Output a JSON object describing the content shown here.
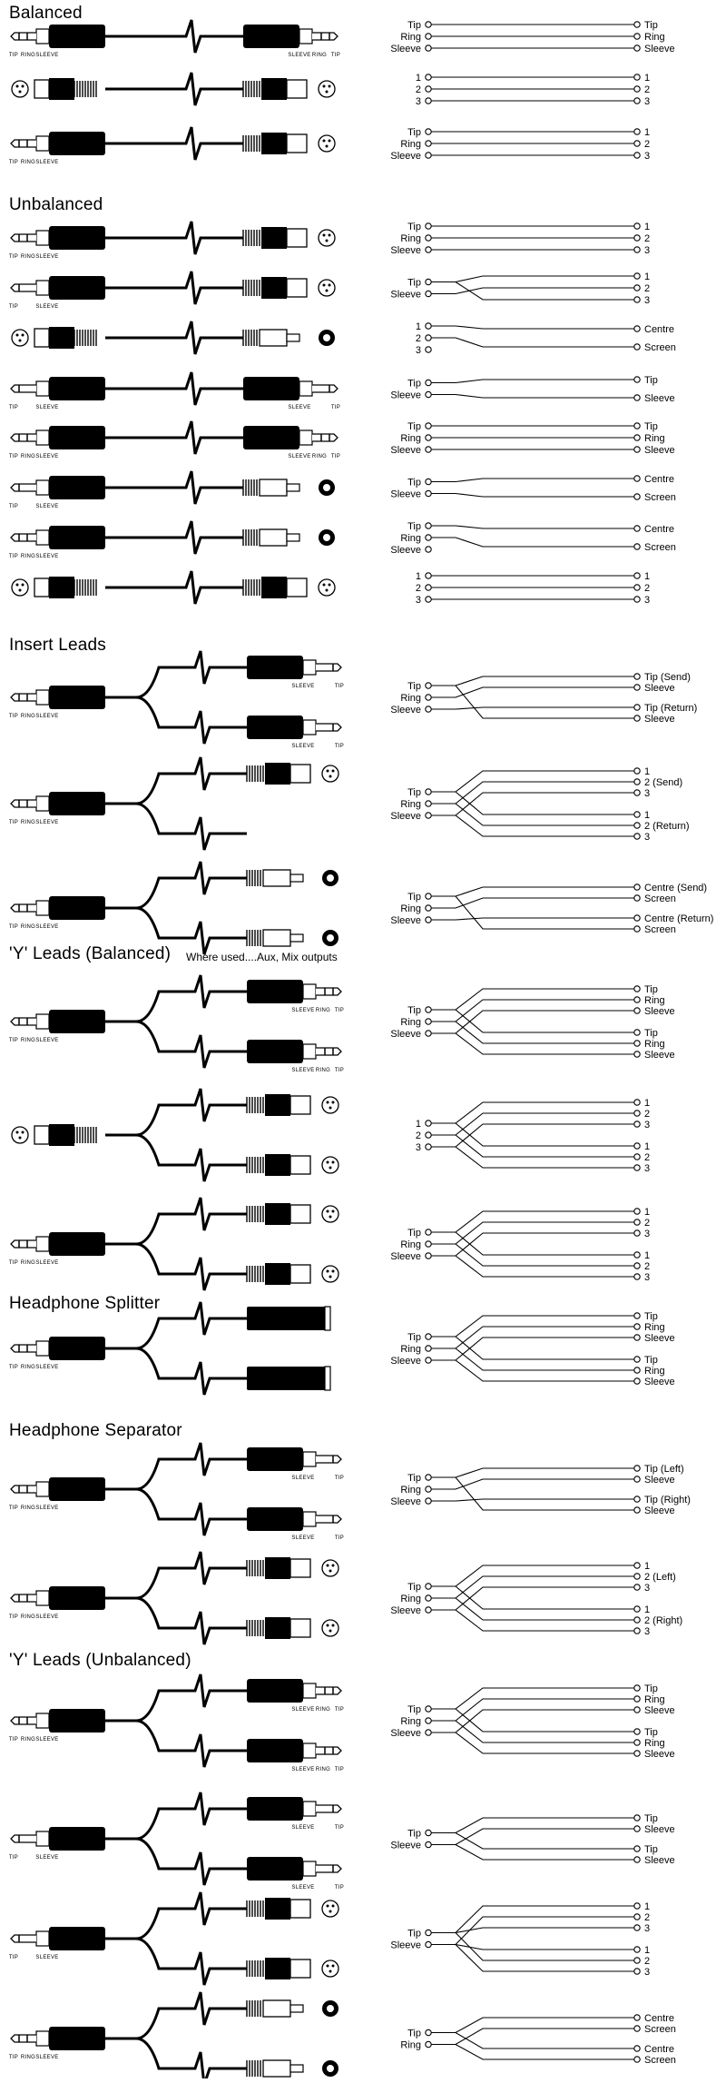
{
  "sections": [
    {
      "title": "Balanced",
      "note": "",
      "rows": [
        {
          "left": [
            "TRS"
          ],
          "right": [
            "TRS"
          ],
          "l": [
            "Tip",
            "Ring",
            "Sleeve"
          ],
          "r": [
            "Tip",
            "Ring",
            "Sleeve"
          ]
        },
        {
          "left": [
            "XLRM"
          ],
          "right": [
            "XLRF"
          ],
          "l": [
            "1",
            "2",
            "3"
          ],
          "r": [
            "1",
            "2",
            "3"
          ]
        },
        {
          "left": [
            "TRS"
          ],
          "right": [
            "XLRF"
          ],
          "l": [
            "Tip",
            "Ring",
            "Sleeve"
          ],
          "r": [
            "1",
            "2",
            "3"
          ]
        }
      ]
    },
    {
      "title": "Unbalanced",
      "note": "",
      "rows": [
        {
          "left": [
            "TRS"
          ],
          "right": [
            "XLRF"
          ],
          "l": [
            "Tip",
            "Ring",
            "Sleeve"
          ],
          "r": [
            "1",
            "2",
            "3"
          ]
        },
        {
          "left": [
            "TS"
          ],
          "right": [
            "XLRF"
          ],
          "l": [
            "Tip",
            "Sleeve"
          ],
          "r": [
            "1",
            "2",
            "3"
          ]
        },
        {
          "left": [
            "XLRM"
          ],
          "right": [
            "RCA"
          ],
          "l": [
            "1",
            "2",
            "3"
          ],
          "r": [
            "Centre",
            "Screen"
          ]
        },
        {
          "left": [
            "TS"
          ],
          "right": [
            "TS"
          ],
          "l": [
            "Tip",
            "Sleeve"
          ],
          "r": [
            "Tip",
            "Sleeve"
          ]
        },
        {
          "left": [
            "TRS"
          ],
          "right": [
            "TRS"
          ],
          "l": [
            "Tip",
            "Ring",
            "Sleeve"
          ],
          "r": [
            "Tip",
            "Ring",
            "Sleeve"
          ]
        },
        {
          "left": [
            "TS"
          ],
          "right": [
            "RCA"
          ],
          "l": [
            "Tip",
            "Sleeve"
          ],
          "r": [
            "Centre",
            "Screen"
          ]
        },
        {
          "left": [
            "TRS"
          ],
          "right": [
            "RCA"
          ],
          "l": [
            "Tip",
            "Ring",
            "Sleeve"
          ],
          "r": [
            "Centre",
            "Screen"
          ]
        },
        {
          "left": [
            "XLRM"
          ],
          "right": [
            "XLRF"
          ],
          "l": [
            "1",
            "2",
            "3"
          ],
          "r": [
            "1",
            "2",
            "3"
          ]
        }
      ]
    },
    {
      "title": "Insert Leads",
      "note": "",
      "rows": [
        {
          "left": [
            "TRS"
          ],
          "right": [
            "TS",
            "TS"
          ],
          "l": [
            "Tip",
            "Ring",
            "Sleeve"
          ],
          "r": [
            "Tip (Send)",
            "Sleeve",
            "Tip (Return)",
            "Sleeve"
          ]
        },
        {
          "left": [
            "TRS"
          ],
          "right": [
            "XLRF",
            "XLRM"
          ],
          "l": [
            "Tip",
            "Ring",
            "Sleeve"
          ],
          "r": [
            "1",
            "2 (Send)",
            "3",
            "1",
            "2 (Return)",
            "3"
          ]
        },
        {
          "left": [
            "TRS"
          ],
          "right": [
            "RCA",
            "RCA"
          ],
          "l": [
            "Tip",
            "Ring",
            "Sleeve"
          ],
          "r": [
            "Centre (Send)",
            "Screen",
            "Centre (Return)",
            "Screen"
          ]
        }
      ]
    },
    {
      "title": "'Y' Leads (Balanced)",
      "note": "Where used....Aux, Mix outputs",
      "rows": [
        {
          "left": [
            "TRS"
          ],
          "right": [
            "TRS",
            "TRS"
          ],
          "l": [
            "Tip",
            "Ring",
            "Sleeve"
          ],
          "r": [
            "Tip",
            "Ring",
            "Sleeve",
            "Tip",
            "Ring",
            "Sleeve"
          ]
        },
        {
          "left": [
            "XLRM"
          ],
          "right": [
            "XLRF",
            "XLRF"
          ],
          "l": [
            "1",
            "2",
            "3"
          ],
          "r": [
            "1",
            "2",
            "3",
            "1",
            "2",
            "3"
          ]
        },
        {
          "left": [
            "TRS"
          ],
          "right": [
            "XLRF",
            "XLRF"
          ],
          "l": [
            "Tip",
            "Ring",
            "Sleeve"
          ],
          "r": [
            "1",
            "2",
            "3",
            "1",
            "2",
            "3"
          ]
        }
      ]
    },
    {
      "title": "Headphone Splitter",
      "note": "",
      "rows": [
        {
          "left": [
            "TRS"
          ],
          "right": [
            "FJACK",
            "FJACK"
          ],
          "l": [
            "Tip",
            "Ring",
            "Sleeve"
          ],
          "r": [
            "Tip",
            "Ring",
            "Sleeve",
            "Tip",
            "Ring",
            "Sleeve"
          ]
        }
      ]
    },
    {
      "title": "Headphone Separator",
      "note": "",
      "rows": [
        {
          "left": [
            "TRS"
          ],
          "right": [
            "TS",
            "TS"
          ],
          "l": [
            "Tip",
            "Ring",
            "Sleeve"
          ],
          "r": [
            "Tip (Left)",
            "Sleeve",
            "Tip (Right)",
            "Sleeve"
          ]
        },
        {
          "left": [
            "TRS"
          ],
          "right": [
            "XLRF",
            "XLRF"
          ],
          "l": [
            "Tip",
            "Ring",
            "Sleeve"
          ],
          "r": [
            "1",
            "2 (Left)",
            "3",
            "1",
            "2 (Right)",
            "3"
          ]
        }
      ]
    },
    {
      "title": "'Y' Leads (Unbalanced)",
      "note": "",
      "rows": [
        {
          "left": [
            "TRS"
          ],
          "right": [
            "TRS",
            "TRS"
          ],
          "l": [
            "Tip",
            "Ring",
            "Sleeve"
          ],
          "r": [
            "Tip",
            "Ring",
            "Sleeve",
            "Tip",
            "Ring",
            "Sleeve"
          ]
        },
        {
          "left": [
            "TS"
          ],
          "right": [
            "TS",
            "TS"
          ],
          "l": [
            "Tip",
            "Sleeve"
          ],
          "r": [
            "Tip",
            "Sleeve",
            "Tip",
            "Sleeve"
          ]
        },
        {
          "left": [
            "TS"
          ],
          "right": [
            "XLRF",
            "XLRF"
          ],
          "l": [
            "Tip",
            "Sleeve"
          ],
          "r": [
            "1",
            "2",
            "3",
            "1",
            "2",
            "3"
          ]
        },
        {
          "left": [
            "TRS"
          ],
          "right": [
            "RCA",
            "RCA"
          ],
          "l": [
            "Tip",
            "Ring"
          ],
          "r": [
            "Centre",
            "Screen",
            "Centre",
            "Screen"
          ]
        }
      ]
    }
  ],
  "plug_labels": {
    "tip": "TIP",
    "ring": "RING",
    "sleeve": "SLEEVE"
  }
}
